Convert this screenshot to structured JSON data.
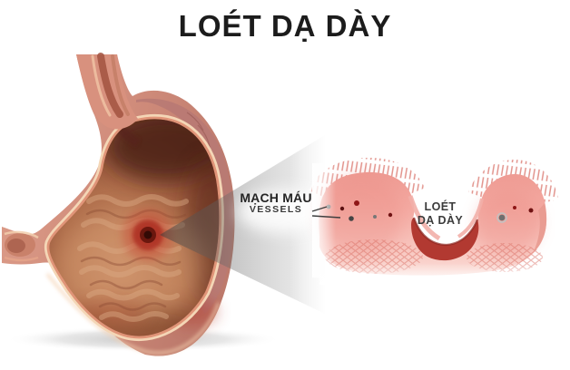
{
  "title": "LOÉT DẠ DÀY",
  "labels": {
    "vessels_vi": "MẠCH MÁU",
    "vessels_en": "VESSELS",
    "ulcer_zoom_line1": "LOÉT",
    "ulcer_zoom_line2": "DẠ DÀY"
  },
  "colors": {
    "title_text": "#1c1c1c",
    "label_text": "#2a2a2a",
    "stomach_wall_pink": "#cf8a7c",
    "stomach_outer_mauve": "#b87974",
    "stomach_rim_cream": "#f4d6b6",
    "stomach_rim_salmon": "#e09478",
    "stomach_inner_brown": "#a86046",
    "ulcer_red": "#ad2f24",
    "ulcer_dark_center": "#330a05",
    "beam_gray": "#9a9a9a",
    "tissue_pink": "#f4aaa2",
    "ulcer_base_red": "#b23931",
    "vessel_dot_red": "#8e1616",
    "vessel_dot_gray": "#6f6f6f"
  }
}
